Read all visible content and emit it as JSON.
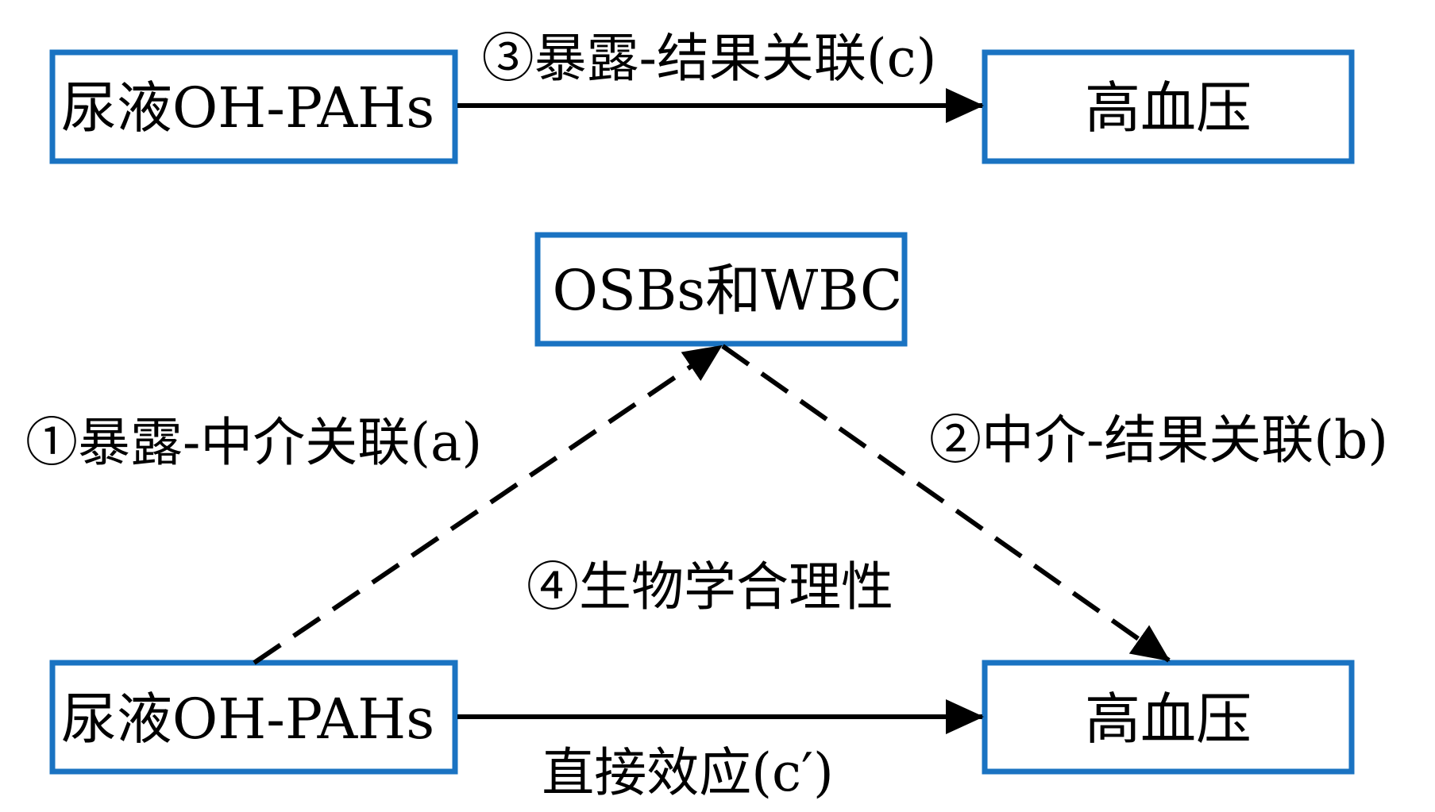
{
  "colors": {
    "box_border": "#1a73c2",
    "arrow": "#000000",
    "background": "#ffffff"
  },
  "top_panel": {
    "exposure_box": "尿液OH-PAHs",
    "outcome_box": "高血压",
    "total_effect_label": "③暴露-结果关联(c)"
  },
  "bottom_panel": {
    "mediator_box": "OSBs和WBC",
    "exposure_box": "尿液OH-PAHs",
    "outcome_box": "高血压",
    "path_a_label": "①暴露-中介关联(a)",
    "path_b_label": "②中介-结果关联(b)",
    "plausibility_label": "④生物学合理性",
    "direct_effect_label": "直接效应(c′)"
  }
}
